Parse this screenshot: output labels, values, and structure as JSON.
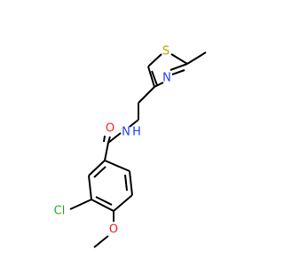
{
  "molecule": {
    "atoms": {
      "S": {
        "text": "S",
        "color": "#b8a400"
      },
      "N_thiazole": {
        "text": "N",
        "color": "#1f3fff"
      },
      "NH_N": {
        "text": "N",
        "color": "#1f3fff"
      },
      "NH_H": {
        "text": "H",
        "color": "#1f3fff"
      },
      "O_carbonyl": {
        "text": "O",
        "color": "#ff1f1f"
      },
      "O_methoxy": {
        "text": "O",
        "color": "#ff1f1f"
      },
      "Cl": {
        "text": "Cl",
        "color": "#1fb81f"
      }
    },
    "bond_color": "#000000"
  }
}
